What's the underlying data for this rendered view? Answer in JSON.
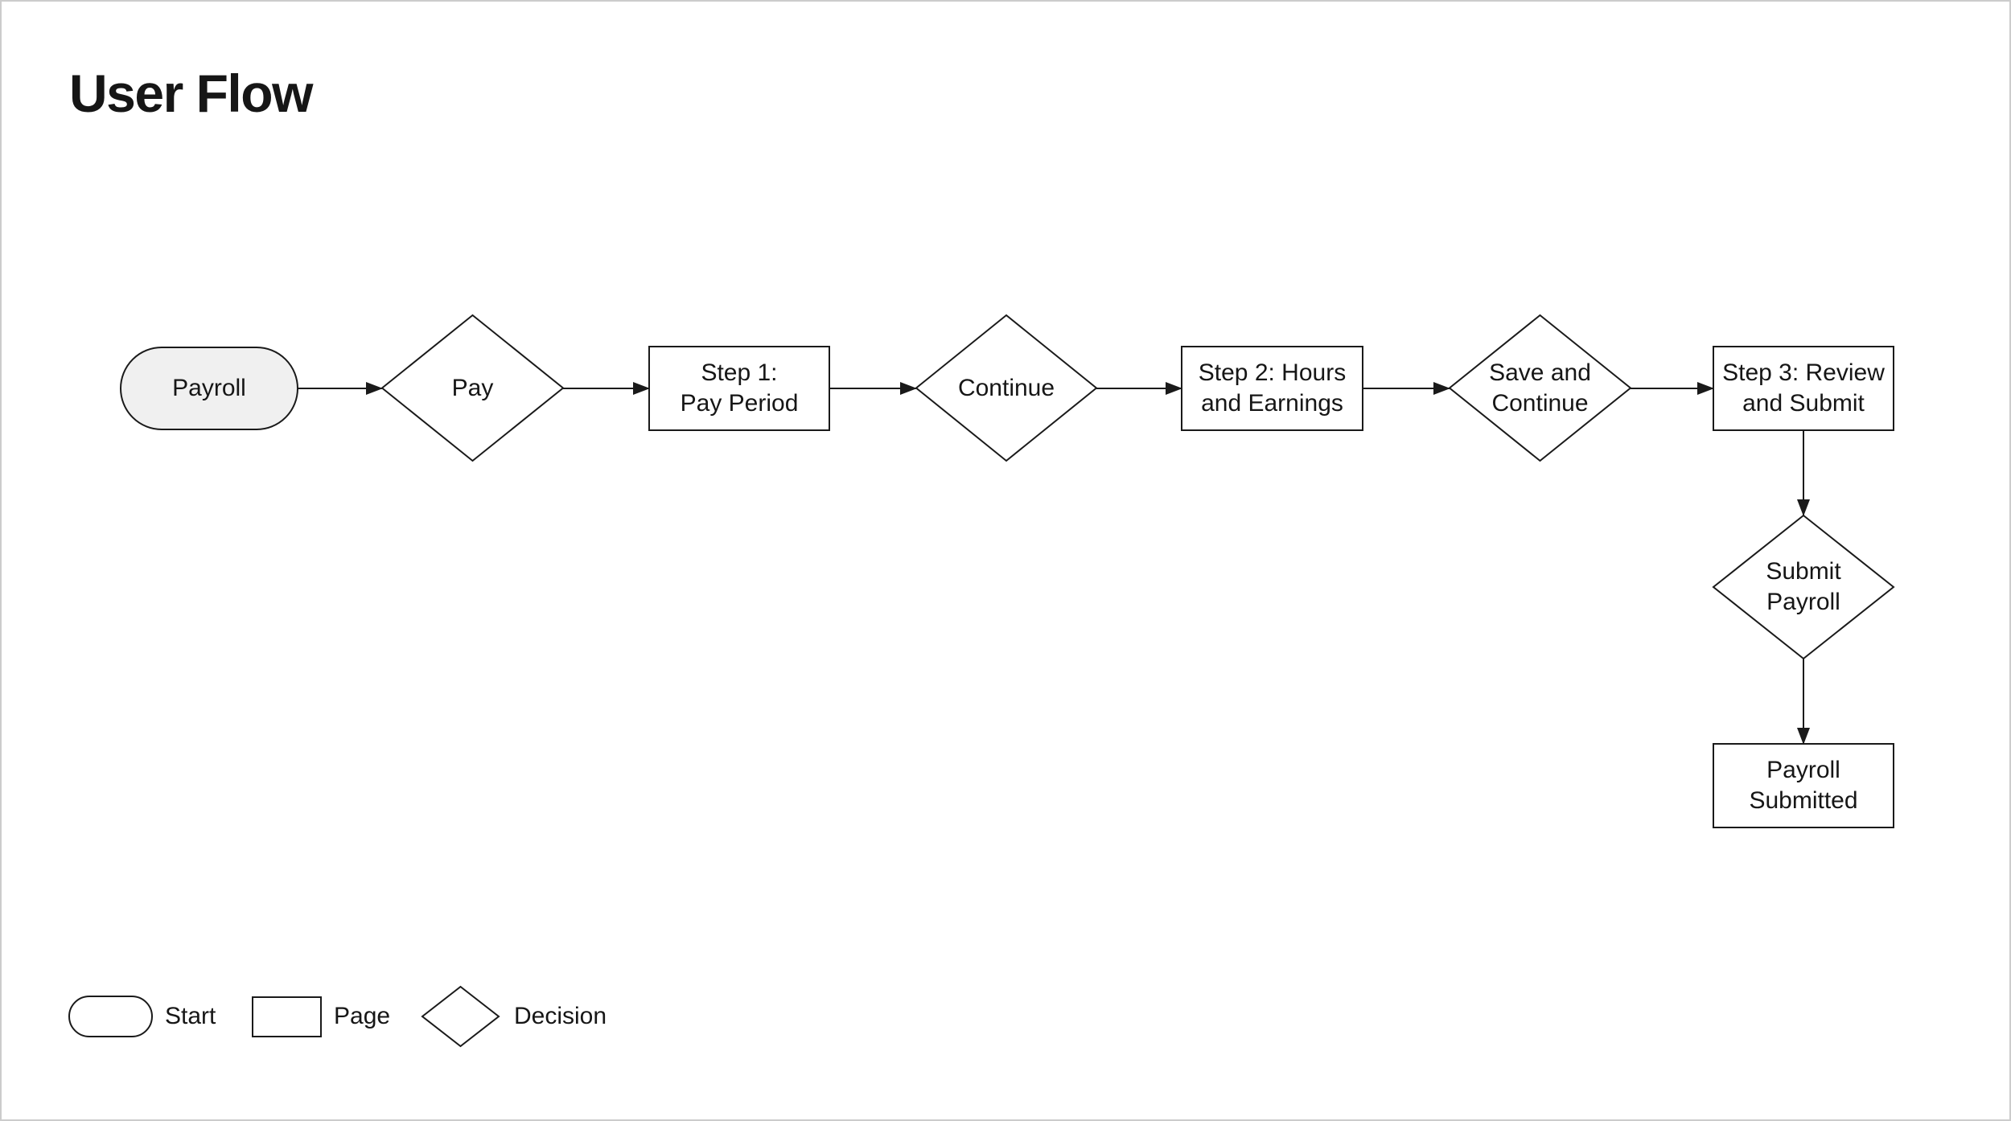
{
  "title": "User Flow",
  "flow": {
    "nodes": [
      {
        "id": "payroll",
        "type": "start",
        "label": "Payroll"
      },
      {
        "id": "pay",
        "type": "decision",
        "label": "Pay"
      },
      {
        "id": "step1",
        "type": "page",
        "label": "Step 1:\nPay Period"
      },
      {
        "id": "continue",
        "type": "decision",
        "label": "Continue"
      },
      {
        "id": "step2",
        "type": "page",
        "label": "Step 2: Hours\nand Earnings"
      },
      {
        "id": "save-and-continue",
        "type": "decision",
        "label": "Save and\nContinue"
      },
      {
        "id": "step3",
        "type": "page",
        "label": "Step 3: Review\nand Submit"
      },
      {
        "id": "submit-payroll",
        "type": "decision",
        "label": "Submit\nPayroll"
      },
      {
        "id": "payroll-submitted",
        "type": "page",
        "label": "Payroll\nSubmitted"
      }
    ],
    "edges": [
      {
        "from": "payroll",
        "to": "pay"
      },
      {
        "from": "pay",
        "to": "step1"
      },
      {
        "from": "step1",
        "to": "continue"
      },
      {
        "from": "continue",
        "to": "step2"
      },
      {
        "from": "step2",
        "to": "save-and-continue"
      },
      {
        "from": "save-and-continue",
        "to": "step3"
      },
      {
        "from": "step3",
        "to": "submit-payroll"
      },
      {
        "from": "submit-payroll",
        "to": "payroll-submitted"
      }
    ]
  },
  "legend": {
    "items": [
      {
        "type": "start",
        "label": "Start"
      },
      {
        "type": "page",
        "label": "Page"
      },
      {
        "type": "decision",
        "label": "Decision"
      }
    ]
  },
  "colors": {
    "stroke": "#1a1a1a",
    "text": "#161616",
    "start_fill": "#f0f0f0",
    "shape_fill": "#ffffff",
    "canvas_background": "#ffffff",
    "canvas_border": "#cccccc"
  }
}
